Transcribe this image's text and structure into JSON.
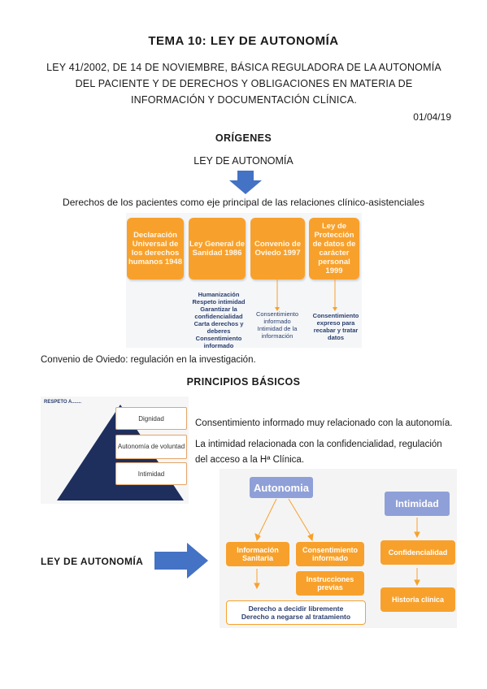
{
  "header": {
    "title": "TEMA 10: LEY DE AUTONOMÍA",
    "subtitle_lines": [
      "LEY 41/2002, DE 14 DE NOVIEMBRE, BÁSICA REGULADORA DE LA AUTONOMÍA",
      "DEL PACIENTE Y DE DERECHOS Y OBLIGACIONES EN MATERIA DE",
      "INFORMACIÓN Y DOCUMENTACIÓN CLÍNICA."
    ],
    "date": "01/04/19"
  },
  "origenes": {
    "heading": "ORÍGENES",
    "law_label": "LEY DE AUTONOMÍA",
    "caption": "Derechos de los pacientes como eje principal de las relaciones clínico-asistenciales",
    "boxes": [
      "Declaración Universal de los derechos humanos 1948",
      "Ley General de Sanidad 1986",
      "Convenio de Oviedo 1997",
      "Ley de Protección de datos de carácter personal 1999"
    ],
    "notes": [
      [
        "Humanización",
        "Respeto intimidad",
        "Garantizar la",
        "confidencialidad",
        "Carta derechos y",
        "deberes",
        "Consentimiento",
        "informado"
      ],
      [
        "Consentimiento",
        "informado",
        "Intimidad de la",
        "información"
      ],
      [
        "Consentimiento",
        "expreso para",
        "recabar y tratar",
        "datos"
      ]
    ],
    "oviedo_note": "Convenio de Oviedo: regulación en la investigación."
  },
  "principios": {
    "heading": "PRINCIPIOS BÁSICOS",
    "pyramid_title": "RESPETO A.......",
    "pyramid_levels": [
      "Dignidad",
      "Autonomía de voluntad",
      "Intimidad"
    ],
    "text1": "Consentimiento informado muy relacionado con la autonomía.",
    "text2_lines": [
      "La intimidad relacionada con la confidencialidad, regulación",
      "del acceso a la Hª Clínica."
    ]
  },
  "ley_label": "LEY DE AUTONOMÍA",
  "diagram": {
    "autonomia": "Autonomia",
    "intimidad": "Intimidad",
    "info_sanitaria": "Información Sanitaria",
    "consentimiento": "Consentimiento informado",
    "instrucciones": "Instrucciones previas",
    "confidencialidad": "Confidencialidad",
    "historia": "Historia clínica",
    "derecho_lines": [
      "Derecho a decidir libremente",
      "Derecho a negarse al tratamiento"
    ]
  },
  "colors": {
    "orange": "#f7a12c",
    "blue_arrow": "#4472c4",
    "blue_box": "#8fa0d8",
    "navy_text": "#2a3e6e"
  }
}
